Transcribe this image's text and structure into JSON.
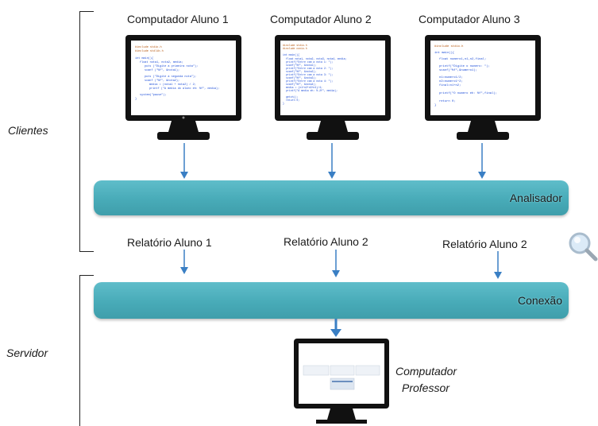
{
  "groups": {
    "clients": "Clientes",
    "server": "Servidor"
  },
  "computers": [
    {
      "title": "Computador Aluno 1"
    },
    {
      "title": "Computador Aluno 2"
    },
    {
      "title": "Computador Aluno 3"
    }
  ],
  "analyzer": {
    "label": "Analisador"
  },
  "reports": [
    {
      "label": "Relatório Aluno 1"
    },
    {
      "label": "Relatório Aluno 2"
    },
    {
      "label": "Relatório Aluno 2"
    }
  ],
  "connection": {
    "label": "Conexão"
  },
  "teacher": {
    "line1": "Computador",
    "line2": "Professor"
  },
  "colors": {
    "bar": "#48abb8",
    "arrow": "#3a7fc4",
    "monitor": "#111111"
  },
  "icons": [
    "monitor-icon",
    "magnifier-icon",
    "arrow-down-icon"
  ]
}
